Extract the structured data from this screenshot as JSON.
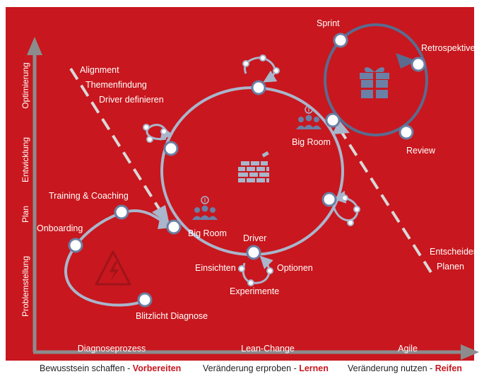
{
  "colors": {
    "background": "#c8171e",
    "path": "#a9b6cc",
    "path_dark": "#5b6b8f",
    "node_fill": "#ffffff",
    "dashed": "#d9d9d9",
    "icon_blue": "#6b80a6",
    "warning": "#a0131a"
  },
  "y_axis": {
    "labels": [
      "Optimierung",
      "Entwicklung",
      "Plan",
      "Problemstellung"
    ]
  },
  "phases": [
    "Diagnoseprozess",
    "Lean-Change",
    "Agile"
  ],
  "bottom_axis": [
    {
      "text": "Bewusstsein schaffen - ",
      "bold": "Vorbereiten"
    },
    {
      "text": "Veränderung erproben - ",
      "bold": "Lernen"
    },
    {
      "text": "Veränderung nutzen - ",
      "bold": "Reifen"
    }
  ],
  "diagnose": {
    "labels": [
      "Training & Coaching",
      "Onboarding",
      "Blitzlicht Diagnose"
    ],
    "icons": [
      "warning-icon"
    ]
  },
  "lean_change": {
    "labels": [
      "Alignment",
      "Themenfindung",
      "Driver definieren",
      "Big Room",
      "Big Room",
      "Driver",
      "Einsichten",
      "Optionen",
      "Experimente"
    ],
    "icons": [
      "brick-wall-icon",
      "team-idea-icon"
    ]
  },
  "agile": {
    "labels": [
      "Sprint",
      "Retrospektive",
      "Review"
    ],
    "icons": [
      "gift-icon"
    ]
  },
  "decision": {
    "labels": [
      "Entscheiden",
      "Planen"
    ]
  }
}
